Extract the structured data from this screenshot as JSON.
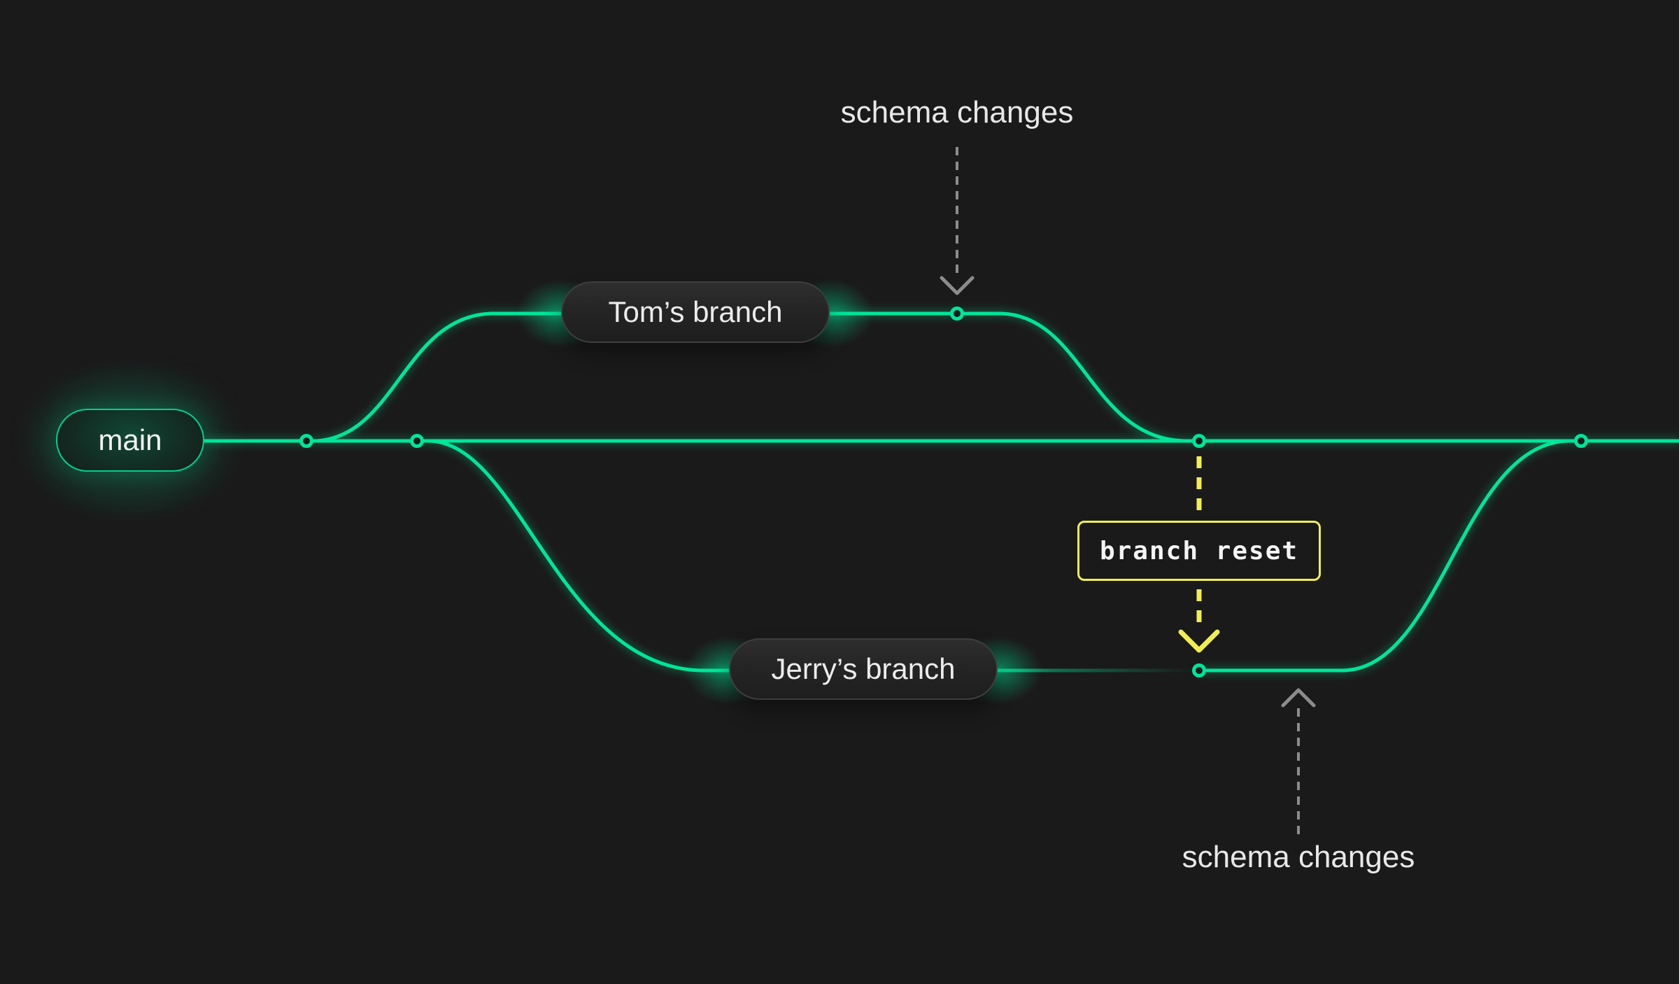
{
  "diagram": {
    "main_branch": {
      "label": "main"
    },
    "tom_branch": {
      "label": "Tom’s branch"
    },
    "jerry_branch": {
      "label": "Jerry’s branch"
    },
    "annotations": {
      "schema_changes_top": "schema changes",
      "branch_reset": "branch reset",
      "schema_changes_bottom": "schema changes"
    },
    "commit_count": 6
  },
  "colors": {
    "background": "#1a1a1a",
    "branch_green": "#00e599",
    "annotation_yellow": "#f1ee52",
    "arrow_gray": "#8c8c8c",
    "label_text": "#ececec",
    "pill_fill": "#262626",
    "pill_border": "#3e3e3e"
  }
}
